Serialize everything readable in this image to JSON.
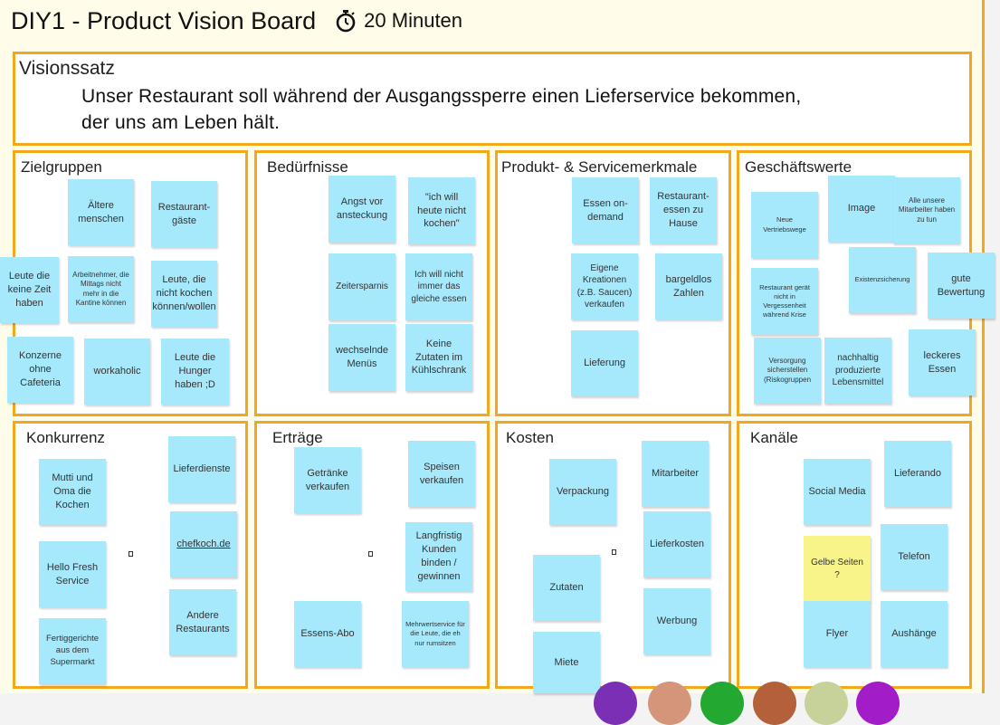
{
  "board": {
    "title": "DIY1 - Product Vision Board",
    "timer_label": "20 Minuten"
  },
  "vision": {
    "label": "Visionssatz",
    "lines": [
      "Unser Restaurant soll während der Ausgangssperre einen Lieferservice bekommen,",
      "der uns am Leben hält."
    ]
  },
  "sections": {
    "zielgruppen": {
      "label": "Zielgruppen",
      "notes": [
        "Ältere menschen",
        "Restaurant-gäste",
        "Leute die keine Zeit haben",
        "Arbeitnehmer, die Mittags nicht mehr in die Kantine können",
        "Leute, die nicht kochen können/wollen",
        "Konzerne ohne Cafeteria",
        "workaholic",
        "Leute die Hunger haben ;D"
      ]
    },
    "beduerfnisse": {
      "label": "Bedürfnisse",
      "notes": [
        "Angst vor ansteckung",
        "\"ich will heute nicht kochen\"",
        "Zeitersparnis",
        "Ich will nicht immer das gleiche essen",
        "wechselnde Menüs",
        "Keine Zutaten im Kühlschrank"
      ]
    },
    "produkt": {
      "label": "Produkt- & Servicemerkmale",
      "notes": [
        "Essen on-demand",
        "Restaurant-essen zu Hause",
        "Eigene Kreationen (z.B. Saucen) verkaufen",
        "bargeldlos Zahlen",
        "Lieferung"
      ]
    },
    "geschaeftswerte": {
      "label": "Geschäftswerte",
      "notes": [
        "Neue Vertriebswege",
        "Image",
        "Alle unsere Mitarbeiter haben zu tun",
        "Restaurant gerät nicht in Vergessenheit während Krise",
        "Existenzsicherung",
        "gute Bewertung",
        "Versorgung sicherstellen (Riskogruppen",
        "nachhaltig produzierte Lebensmittel",
        "leckeres Essen"
      ]
    },
    "konkurrenz": {
      "label": "Konkurrenz",
      "notes": [
        "Mutti und Oma die Kochen",
        "Lieferdienste",
        "chefkoch.de",
        "Hello Fresh Service",
        "Andere Restaurants",
        "Fertiggerichte aus dem Supermarkt"
      ]
    },
    "ertraege": {
      "label": "Erträge",
      "notes": [
        "Getränke verkaufen",
        "Speisen verkaufen",
        "Langfristig Kunden binden / gewinnen",
        "Essens-Abo",
        "Mehrwertservice für die Leute, die eh nur rumsitzen"
      ]
    },
    "kosten": {
      "label": "Kosten",
      "notes": [
        "Verpackung",
        "Mitarbeiter",
        "Lieferkosten",
        "Zutaten",
        "Werbung",
        "Miete"
      ]
    },
    "kanaele": {
      "label": "Kanäle",
      "notes": [
        "Social Media",
        "Lieferando",
        "Gelbe Seiten ?",
        "Telefon",
        "Flyer",
        "Aushänge"
      ]
    }
  },
  "colors": {
    "frame_border": "#f2a81d",
    "board_bg": "#fffde9",
    "note_blue": "#a6e9fd",
    "note_yellow": "#f8f489"
  },
  "avatars": [
    "#7b2fb5",
    "#d4957a",
    "#23a832",
    "#b4603a",
    "#c7d29a",
    "#a21cc8"
  ]
}
